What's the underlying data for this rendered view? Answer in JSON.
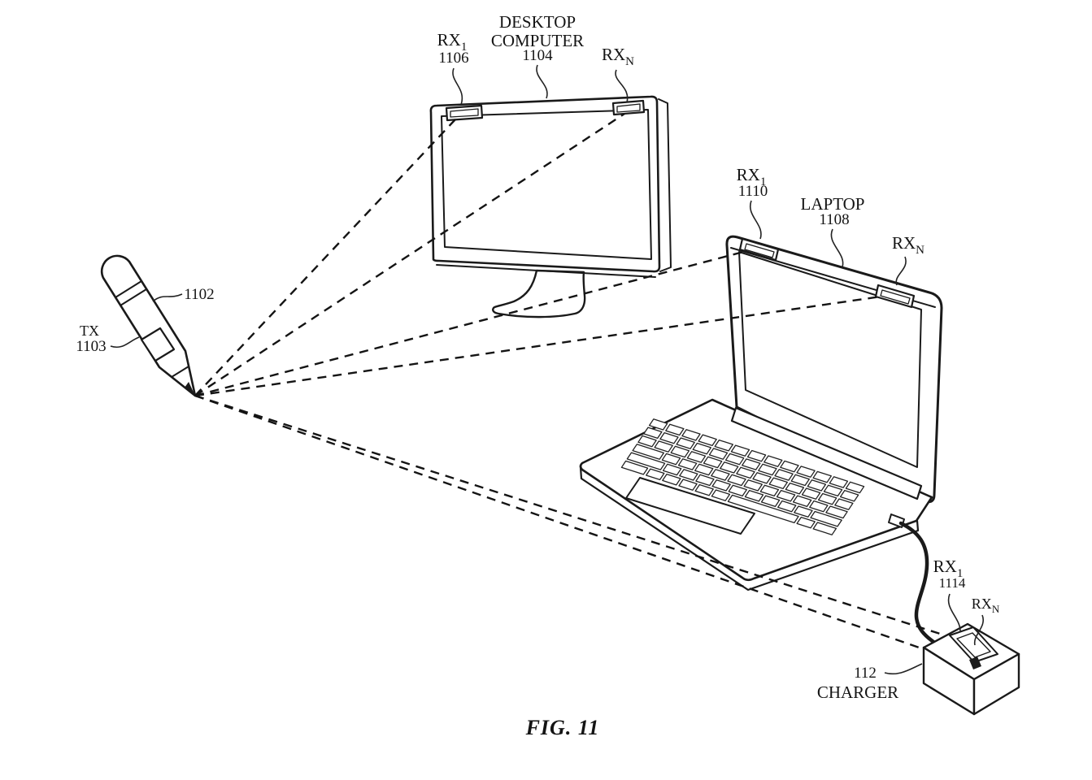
{
  "colors": {
    "ink": "#1a1a1a",
    "background": "#ffffff"
  },
  "figure": {
    "caption": "FIG. 11",
    "stylus": {
      "ref": "1102",
      "tx_label": "TX",
      "tx_ref": "1103"
    },
    "monitor": {
      "title_line1": "DESKTOP",
      "title_line2": "COMPUTER",
      "ref": "1104",
      "rx1_base": "RX",
      "rx1_sub": "1",
      "rx1_ref": "1106",
      "rxn_base": "RX",
      "rxn_sub": "N"
    },
    "laptop": {
      "title": "LAPTOP",
      "ref": "1108",
      "rx1_base": "RX",
      "rx1_sub": "1",
      "rx1_ref": "1110",
      "rxn_base": "RX",
      "rxn_sub": "N"
    },
    "charger": {
      "ref": "112",
      "title": "CHARGER",
      "rx1_base": "RX",
      "rx1_sub": "1",
      "rx1_ref": "1114",
      "rxn_base": "RX",
      "rxn_sub": "N"
    }
  }
}
